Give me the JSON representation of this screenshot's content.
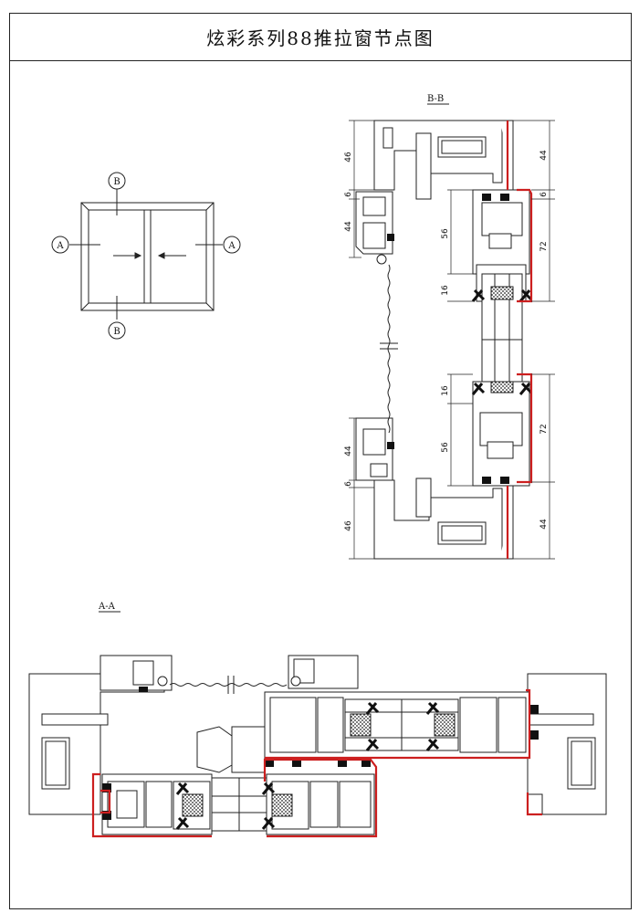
{
  "title": "炫彩系列88推拉窗节点图",
  "section_bb": {
    "label": "B-B"
  },
  "section_aa": {
    "label": "A-A"
  },
  "markers": {
    "a": "A",
    "b": "B"
  },
  "dimensions": {
    "d46": "46",
    "d6": "6",
    "d44": "44",
    "d56": "56",
    "d72": "72",
    "d16": "16"
  },
  "colors": {
    "line": "#222222",
    "seal": "#cc1f1f",
    "gasket": "#111111"
  }
}
